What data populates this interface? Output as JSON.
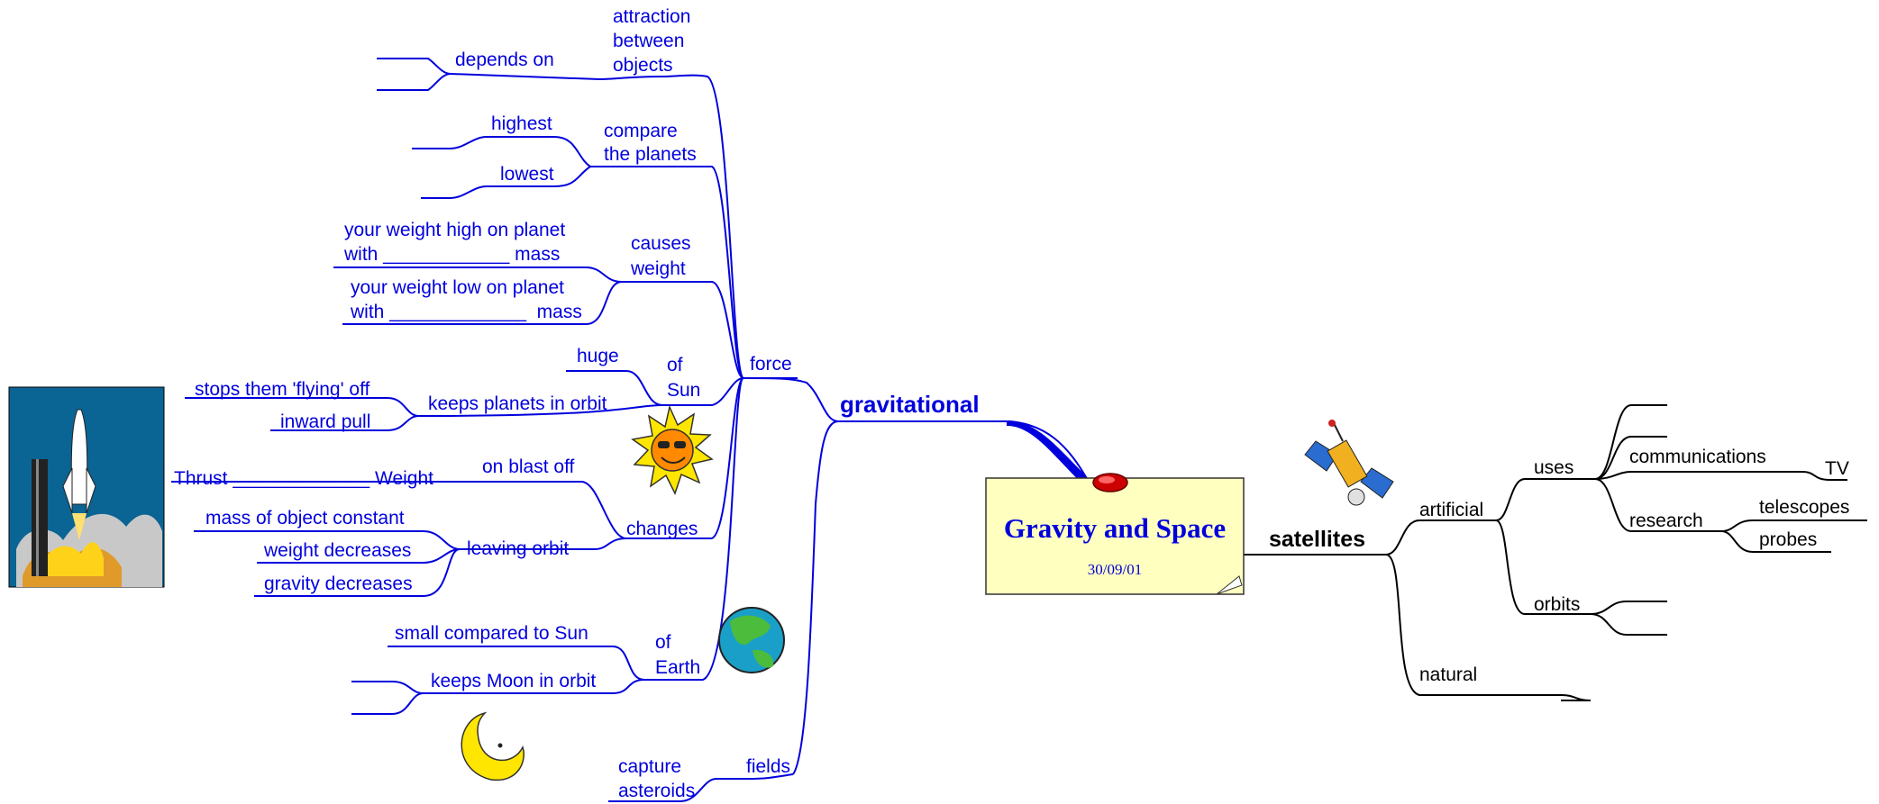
{
  "central": {
    "title": "Gravity and Space",
    "date": "30/09/01"
  },
  "colors": {
    "gravity_branch": "#0000dd",
    "satellite_branch": "#000000",
    "note_fill": "#ffffc0",
    "pin": "#dd0000"
  },
  "gravitational": {
    "label": "gravitational",
    "force": {
      "label": "force",
      "depends_on": "depends on",
      "attraction": [
        "attraction",
        "between",
        "objects"
      ],
      "compare": [
        "compare",
        "the planets"
      ],
      "highest": "highest",
      "lowest": "lowest",
      "causes": [
        "causes",
        "weight"
      ],
      "weight_high": [
        "your weight high on planet",
        "with ____________ mass"
      ],
      "weight_low": [
        "your weight low on planet",
        "with _____________  mass"
      ],
      "of_sun": [
        "of",
        "Sun"
      ],
      "huge": "huge",
      "keeps_planets": "keeps planets in orbit",
      "stops_flying": "stops them 'flying' off",
      "inward_pull": "inward pull",
      "changes": "changes",
      "on_blast_off": "on blast off",
      "thrust_weight": "Thrust _____________ Weight",
      "leaving_orbit": "leaving orbit",
      "mass_constant": "mass of object constant",
      "weight_decreases": "weight decreases",
      "gravity_decreases": "gravity decreases",
      "of_earth": [
        "of",
        "Earth"
      ],
      "small_compared": "small compared to Sun",
      "keeps_moon": "keeps Moon in orbit"
    },
    "fields": {
      "label": "fields",
      "capture": [
        "capture",
        "asteroids"
      ]
    }
  },
  "satellites": {
    "label": "satellites",
    "artificial": "artificial",
    "uses": "uses",
    "communications": "communications",
    "tv": "TV",
    "research": "research",
    "telescopes": "telescopes",
    "probes": "probes",
    "orbits": "orbits",
    "natural": "natural"
  },
  "icons": [
    "space-shuttle-icon",
    "sun-icon",
    "earth-icon",
    "moon-icon",
    "satellite-icon",
    "pin-icon"
  ]
}
